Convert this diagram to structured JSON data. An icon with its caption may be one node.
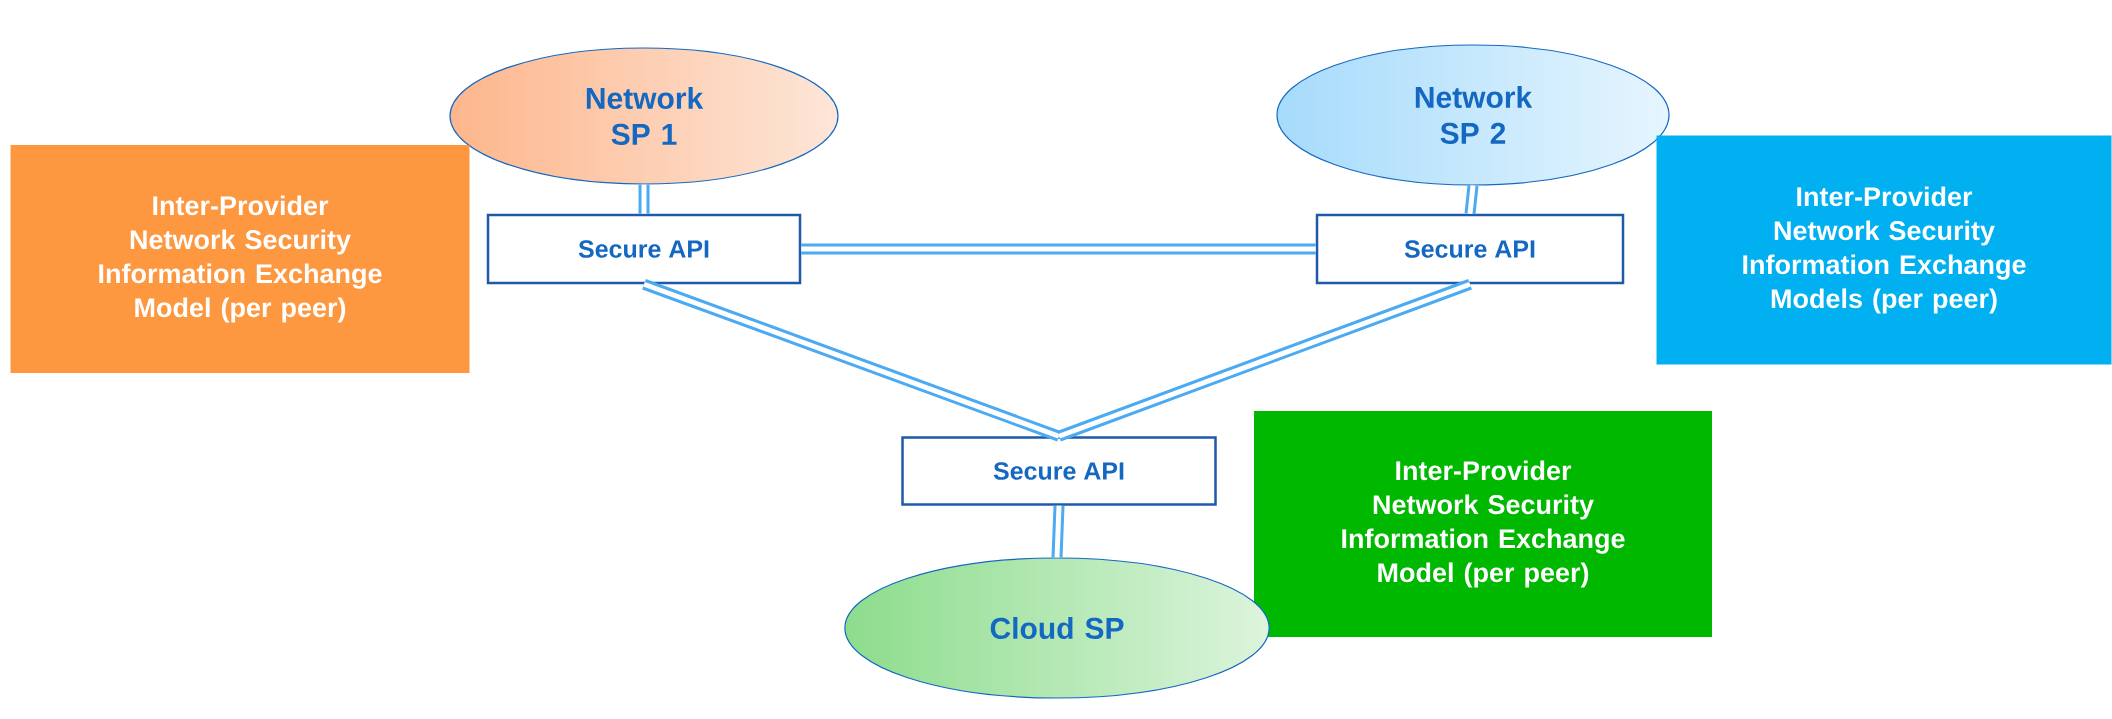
{
  "diagram": {
    "nodes": [
      {
        "text": [
          "Network SP 1"
        ]
      },
      {
        "text": [
          "Network SP 2"
        ]
      },
      {
        "text": [
          "Inter-Provider Network Security Information Exchange Model (per peer)"
        ]
      },
      {
        "text": [
          "Secure API"
        ]
      },
      {
        "text": [
          "Secure API"
        ]
      },
      {
        "text": [
          "Inter-Provider Network Security Information Exchange Models (per peer)"
        ]
      },
      {
        "text": [
          "Secure API"
        ]
      },
      {
        "text": [
          "Inter-Provider Network Security Information Exchange Model (per peer)"
        ]
      },
      {
        "text": [
          "Cloud SP"
        ]
      }
    ],
    "edges": [
      {
        "from": 0,
        "to": 3,
        "arrow": "none"
      },
      {
        "from": 1,
        "to": 4,
        "arrow": "none"
      },
      {
        "from": 3,
        "to": 4,
        "arrow": "none"
      },
      {
        "from": 3,
        "to": 6,
        "arrow": "none"
      },
      {
        "from": 4,
        "to": 6,
        "arrow": "none"
      },
      {
        "from": 6,
        "to": 8,
        "arrow": "none"
      }
    ]
  }
}
